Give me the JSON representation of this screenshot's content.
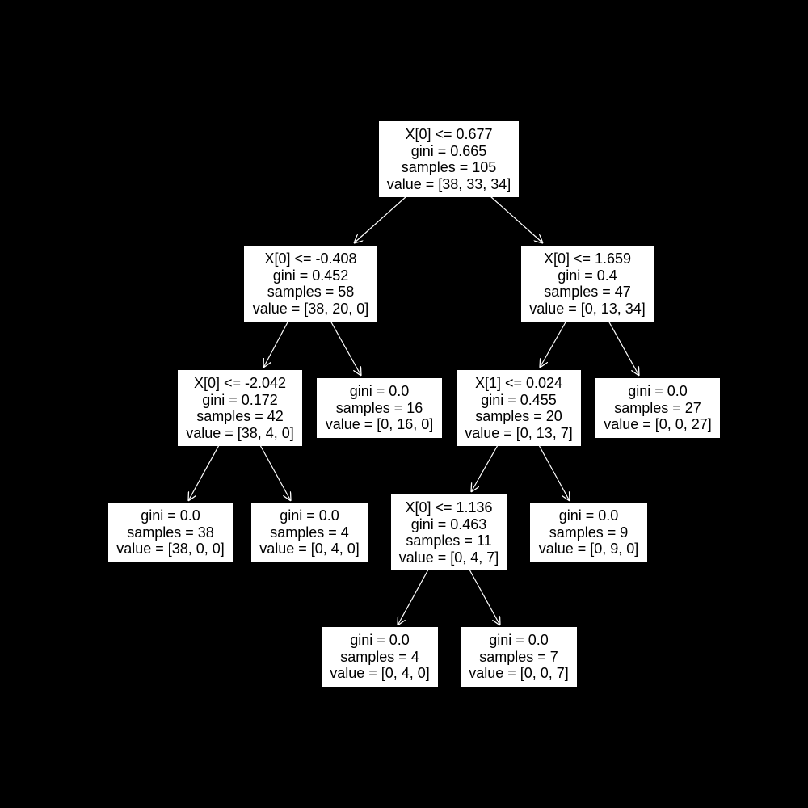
{
  "tree": {
    "node_0": {
      "split": "X[0] <= 0.677",
      "gini": "gini = 0.665",
      "samples": "samples = 105",
      "value": "value = [38, 33, 34]"
    },
    "node_1": {
      "split": "X[0] <= -0.408",
      "gini": "gini = 0.452",
      "samples": "samples = 58",
      "value": "value = [38, 20, 0]"
    },
    "node_2": {
      "split": "X[0] <= 1.659",
      "gini": "gini = 0.4",
      "samples": "samples = 47",
      "value": "value = [0, 13, 34]"
    },
    "node_3": {
      "split": "X[0] <= -2.042",
      "gini": "gini = 0.172",
      "samples": "samples = 42",
      "value": "value = [38, 4, 0]"
    },
    "node_4": {
      "gini": "gini = 0.0",
      "samples": "samples = 16",
      "value": "value = [0, 16, 0]"
    },
    "node_5": {
      "split": "X[1] <= 0.024",
      "gini": "gini = 0.455",
      "samples": "samples = 20",
      "value": "value = [0, 13, 7]"
    },
    "node_6": {
      "gini": "gini = 0.0",
      "samples": "samples = 27",
      "value": "value = [0, 0, 27]"
    },
    "node_7": {
      "gini": "gini = 0.0",
      "samples": "samples = 38",
      "value": "value = [38, 0, 0]"
    },
    "node_8": {
      "gini": "gini = 0.0",
      "samples": "samples = 4",
      "value": "value = [0, 4, 0]"
    },
    "node_9": {
      "split": "X[0] <= 1.136",
      "gini": "gini = 0.463",
      "samples": "samples = 11",
      "value": "value = [0, 4, 7]"
    },
    "node_10": {
      "gini": "gini = 0.0",
      "samples": "samples = 9",
      "value": "value = [0, 9, 0]"
    },
    "node_11": {
      "gini": "gini = 0.0",
      "samples": "samples = 4",
      "value": "value = [0, 4, 0]"
    },
    "node_12": {
      "gini": "gini = 0.0",
      "samples": "samples = 7",
      "value": "value = [0, 0, 7]"
    }
  }
}
